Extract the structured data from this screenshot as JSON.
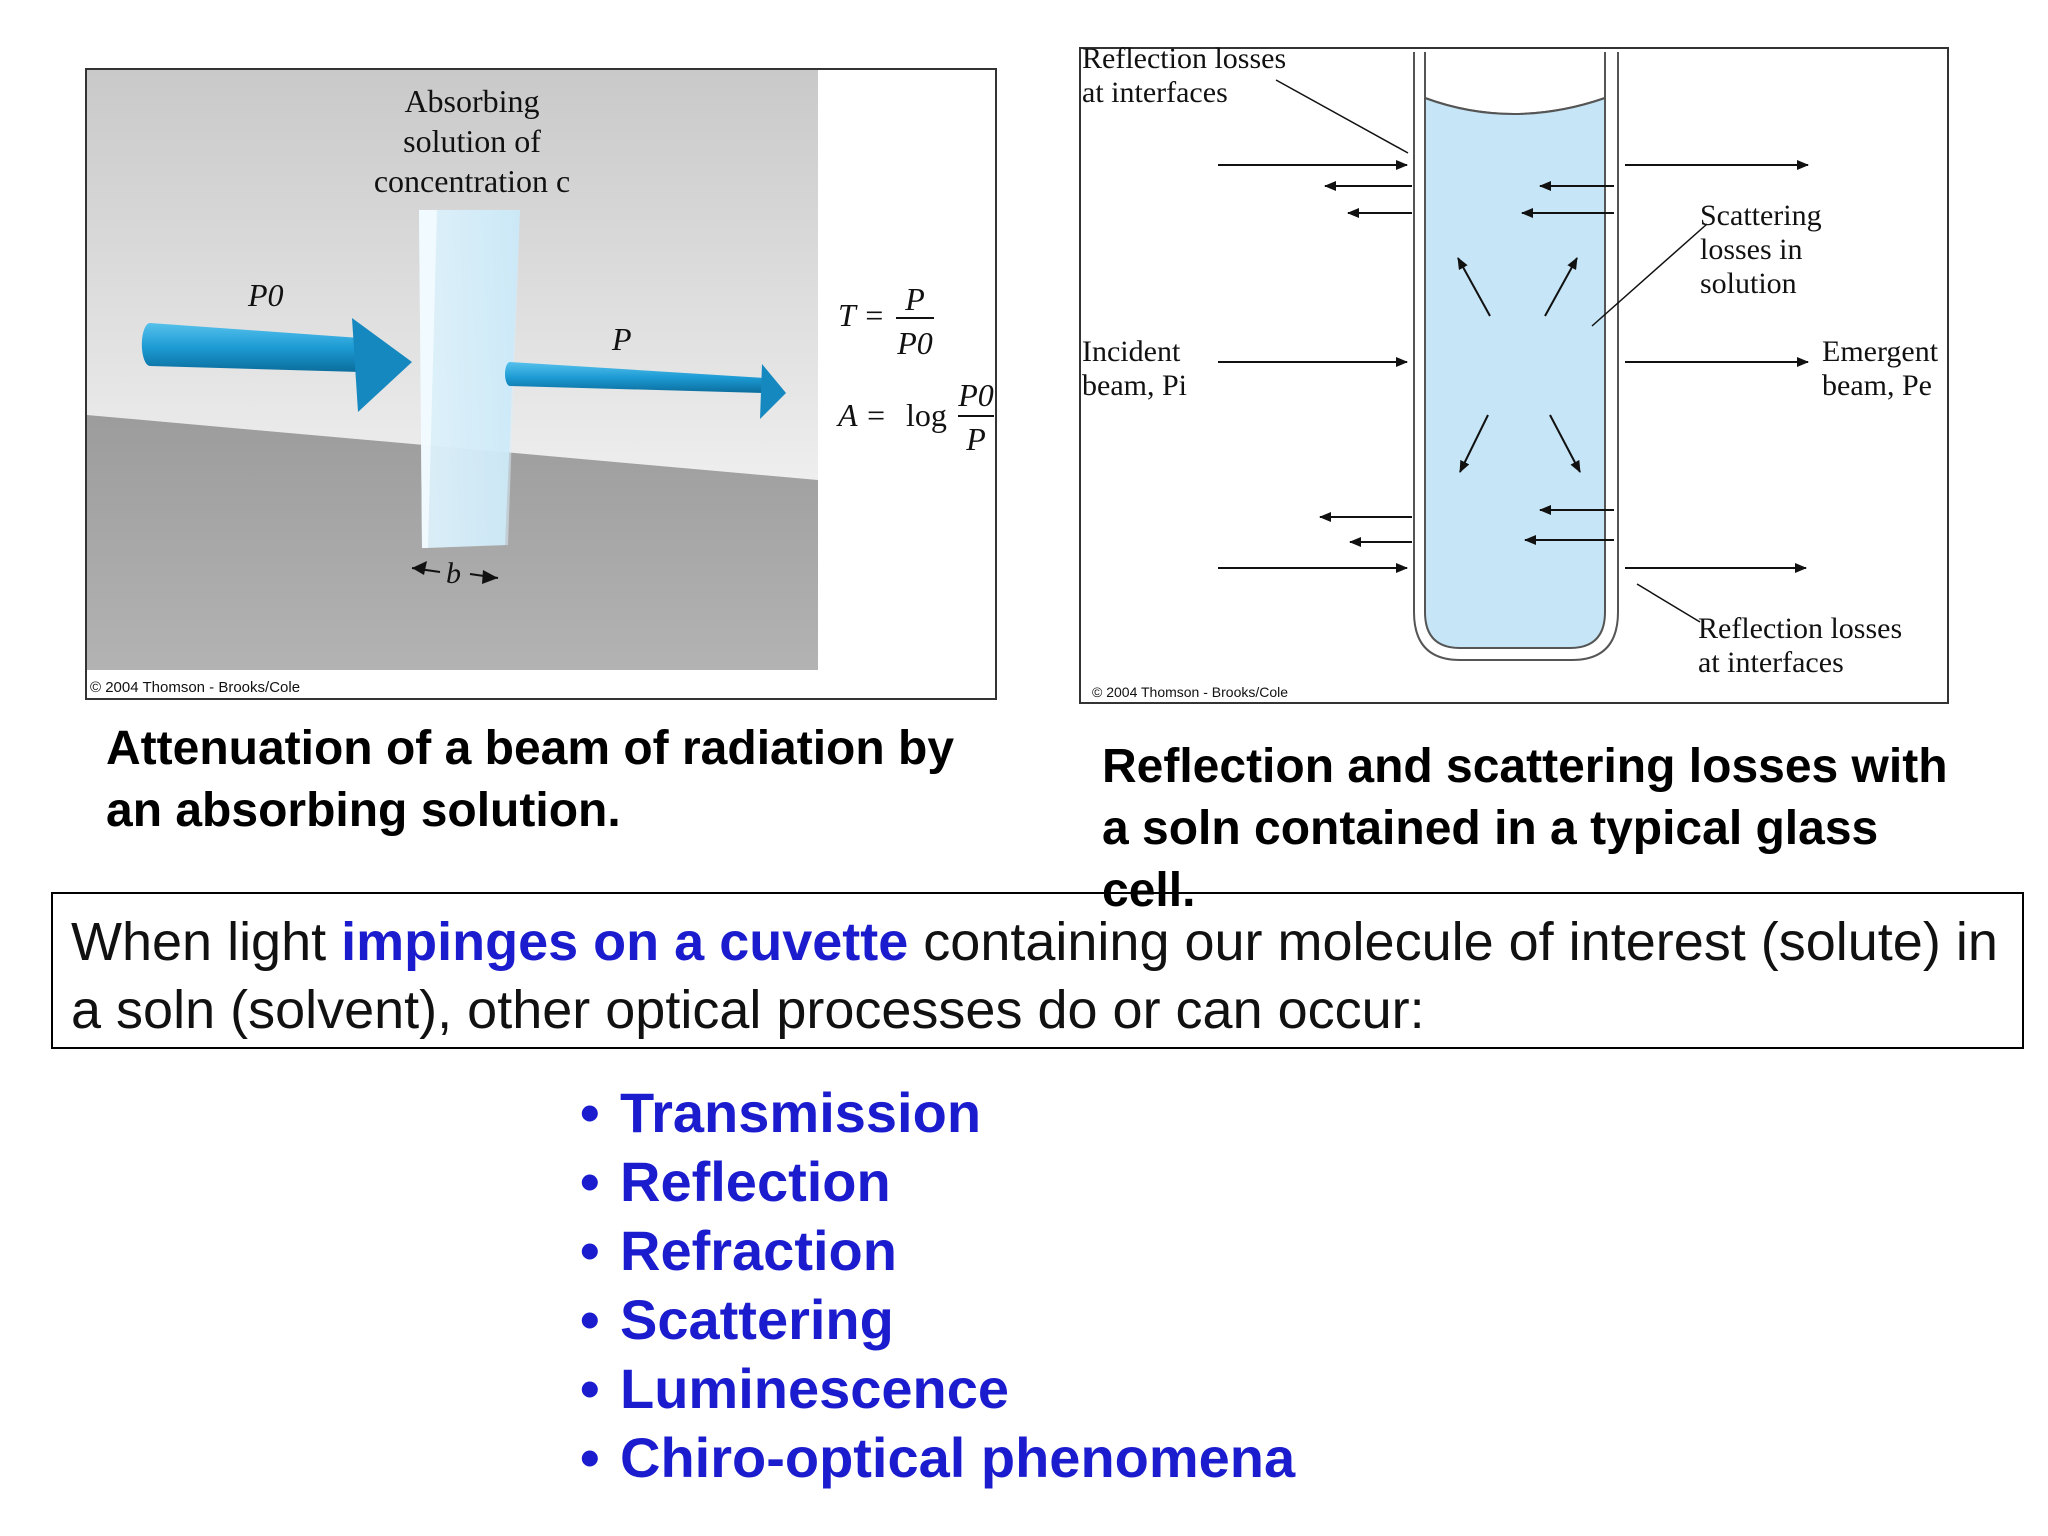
{
  "figure_left": {
    "label_solution": [
      "Absorbing",
      "solution of",
      "concentration c"
    ],
    "label_p0": "P0",
    "label_p": "P",
    "label_b": "b",
    "eq_t_lhs": "T =",
    "eq_t_num": "P",
    "eq_t_den": "P0",
    "eq_a_lhs": "A =",
    "eq_a_log": "log",
    "eq_a_num": "P0",
    "eq_a_den": "P",
    "copyright": "© 2004 Thomson - Brooks/Cole",
    "caption_line1": "Attenuation of a beam of radiation by",
    "caption_line2": "an absorbing solution."
  },
  "figure_right": {
    "label_reflection_top": [
      "Reflection losses",
      "at interfaces"
    ],
    "label_scattering": [
      "Scattering",
      "losses in",
      "solution"
    ],
    "label_incident": [
      "Incident",
      "beam, Pi"
    ],
    "label_emergent": [
      "Emergent",
      "beam, Pe"
    ],
    "label_reflection_bottom": [
      "Reflection losses",
      "at interfaces"
    ],
    "copyright": "© 2004 Thomson - Brooks/Cole",
    "caption_line1": "Reflection and scattering losses with",
    "caption_line2": "a soln contained in a typical glass",
    "caption_line3": "cell."
  },
  "intro": {
    "part1": "When light ",
    "emphasis": "impinges on a cuvette",
    "part2": " containing our molecule of interest (solute) in a soln (solvent), other optical processes do or can occur:"
  },
  "bullet_symbol": "•",
  "bullets": [
    "Transmission",
    "Reflection",
    "Refraction",
    "Scattering",
    "Luminescence",
    "Chiro-optical phenomena"
  ],
  "colors": {
    "emphasis": "#1c1ccf",
    "beam": "#1d9bd4",
    "solution": "#c9e6f7",
    "panel_light": "#e4e4e4",
    "panel_dark": "#a9a9a9"
  }
}
